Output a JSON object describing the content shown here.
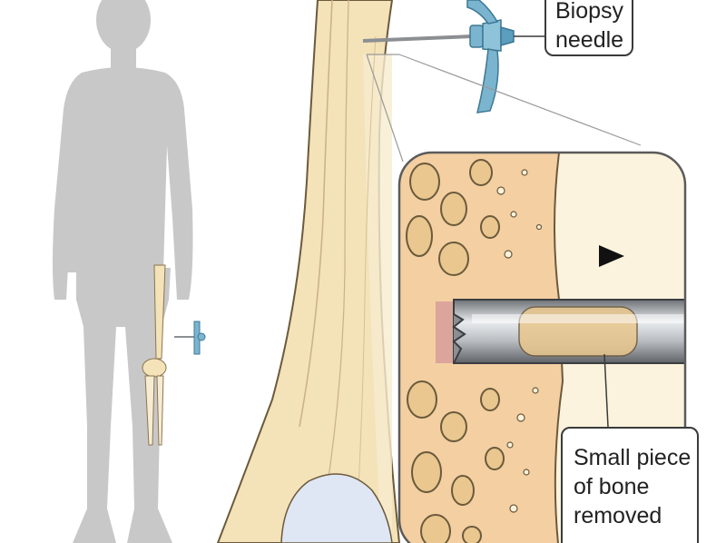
{
  "labels": {
    "biopsy_line1": "Biopsy",
    "biopsy_line2": "needle",
    "sample_line1": "Small piece",
    "sample_line2": "of bone",
    "sample_line3": "removed"
  },
  "colors": {
    "silhouette": "#c8c8c8",
    "bone_shaft": "#f4e2b8",
    "bone_outline": "#6b5a3c",
    "marrow": "#f3cfa2",
    "trabecular_fill": "#e9c78e",
    "needle_blue": "#7ab4cf",
    "needle_metal": "#8c8f92",
    "cartilage": "#dfe6f4",
    "callout_border": "#3a3a3a"
  },
  "icons": [
    "person-silhouette-icon",
    "biopsy-needle-icon",
    "arrow-right-icon"
  ]
}
